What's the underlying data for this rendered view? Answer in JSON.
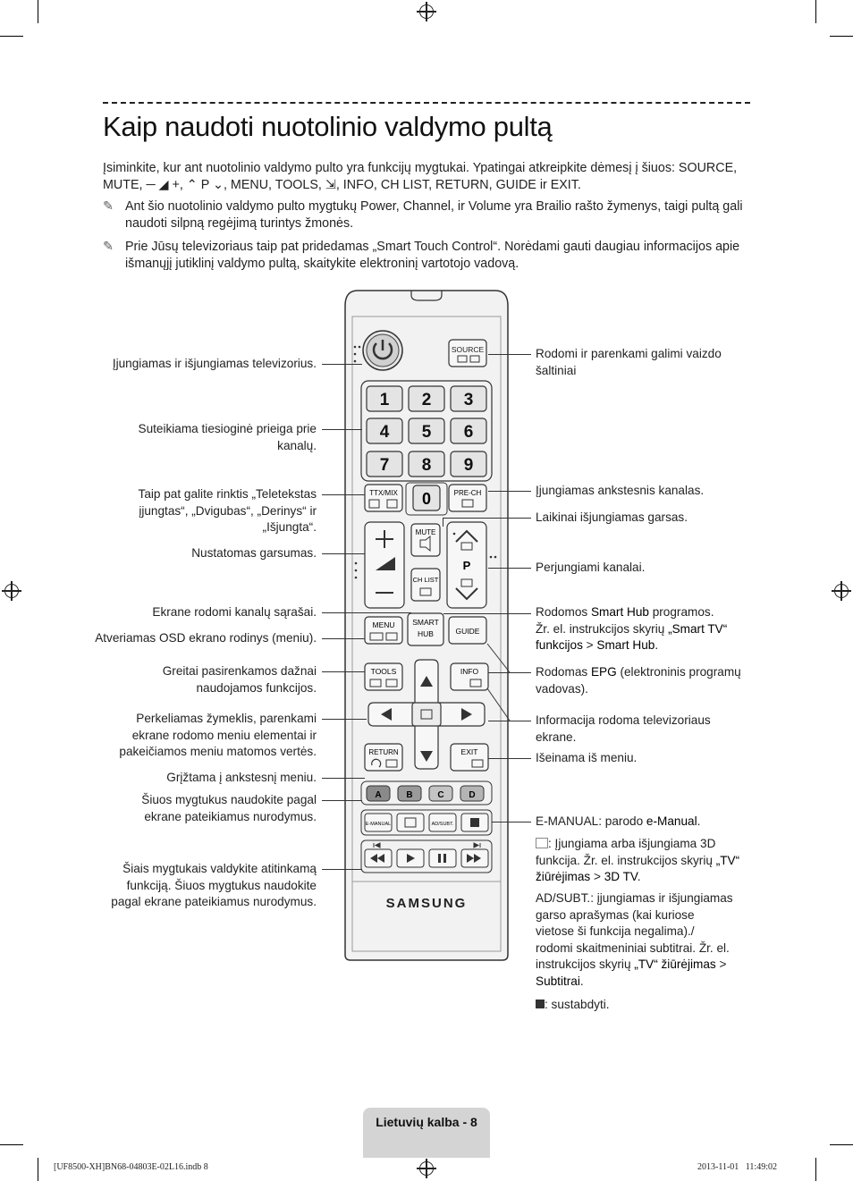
{
  "page": {
    "title": "Kaip naudoti nuotolinio valdymo pultą",
    "intro_line1": "Įsiminkite, kur ant nuotolinio valdymo pulto yra funkcijų mygtukai. Ypatingai atkreipkite dėmesį į šiuos: SOURCE,",
    "intro_line2": "MUTE, ─ ◢ +, ⌃ P ⌄, MENU, TOOLS, ⇲, INFO, CH LIST, RETURN, GUIDE ir EXIT.",
    "note1_line1": "Ant šio nuotolinio valdymo pulto mygtukų Power, Channel, ir Volume yra Brailio rašto žymenys, taigi pultą gali",
    "note1_line2": "naudoti silpną regėjimą turintys žmonės.",
    "note2_line1": "Prie Jūsų televizoriaus taip pat pridedamas „Smart Touch Control“. Norėdami gauti daugiau informacijos apie",
    "note2_line2": "išmanųjį jutiklinį valdymo pultą, skaitykite elektroninį vartotojo vadovą.",
    "note_icon": "note-pencil-icon"
  },
  "left_labels": {
    "power": "Įjungiamas ir išjungiamas televizorius.",
    "numbers_1": "Suteikiama tiesioginė prieiga prie",
    "numbers_2": "kanalų.",
    "ttx_1": "Taip pat galite rinktis „Teletekstas",
    "ttx_2": "įjungtas“, „Dvigubas“, „Derinys“ ir",
    "ttx_3": "„Išjungta“.",
    "volume": "Nustatomas garsumas.",
    "chlist": "Ekrane rodomi kanalų sąrašai.",
    "menu": "Atveriamas OSD ekrano rodinys (meniu).",
    "tools_1": "Greitai pasirenkamos dažnai",
    "tools_2": "naudojamos funkcijos.",
    "nav_1": "Perkeliamas žymeklis, parenkami",
    "nav_2": "ekrane rodomo meniu elementai ir",
    "nav_3": "pakeičiamos meniu matomos vertės.",
    "return": "Grįžtama į ankstesnį meniu.",
    "color_1": "Šiuos mygtukus naudokite pagal",
    "color_2": "ekrane pateikiamus nurodymus.",
    "media_1": "Šiais mygtukais valdykite atitinkamą",
    "media_2": "funkciją. Šiuos mygtukus naudokite",
    "media_3": "pagal ekrane pateikiamus nurodymus."
  },
  "right_labels": {
    "source_1": "Rodomi ir parenkami galimi vaizdo",
    "source_2": "šaltiniai",
    "prech": "Įjungiamas ankstesnis kanalas.",
    "mute": "Laikinai išjungiamas garsas.",
    "channel": "Perjungiami kanalai.",
    "hub_1a": "Rodomos ",
    "hub_1b": "Smart Hub",
    "hub_1c": " programos.",
    "hub_2a": "Žr. el. instrukcijos skyrių ",
    "hub_2b": "„Smart TV“",
    "hub_3a": "funkcijos",
    "hub_3b": " > ",
    "hub_3c": "Smart Hub",
    "hub_3d": ".",
    "guide_1a": "Rodomas ",
    "guide_1b": "EPG",
    "guide_1c": " (elektroninis programų",
    "guide_2": "vadovas).",
    "info_1": "Informacija rodoma televizoriaus",
    "info_2": "ekrane.",
    "exit": "Išeinama iš meniu.",
    "emanual_a": "E-MANUAL",
    "emanual_b": ": parodo ",
    "emanual_c": "e-Manual",
    "emanual_d": ".",
    "threed_1": ": Įjungiama arba išjungiama 3D",
    "threed_2a": "funkcija. Žr. el. instrukcijos skyrių ",
    "threed_2b": "„TV“",
    "threed_3a": "žiūrėjimas",
    "threed_3b": " > ",
    "threed_3c": "3D TV",
    "threed_3d": ".",
    "adsubt_1a": "AD/SUBT.",
    "adsubt_1b": ": įjungiamas ir išjungiamas",
    "adsubt_2": "garso aprašymas (kai kuriose",
    "adsubt_3": "vietose ši funkcija negalima)./",
    "adsubt_4": "rodomi skaitmeniniai subtitrai. Žr. el.",
    "adsubt_5a": "instrukcijos skyrių ",
    "adsubt_5b": "„TV“ žiūrėjimas",
    "adsubt_5c": " >",
    "adsubt_6a": "Subtitrai",
    "adsubt_6b": ".",
    "stop": ": sustabdyti."
  },
  "remote": {
    "source": "SOURCE",
    "digits": [
      "1",
      "2",
      "3",
      "4",
      "5",
      "6",
      "7",
      "8",
      "9"
    ],
    "zero": "0",
    "ttx": "TTX/MIX",
    "prech": "PRE-CH",
    "mute": "MUTE",
    "chlist": "CH LIST",
    "p": "P",
    "menu": "MENU",
    "smart": "SMART",
    "hub": "HUB",
    "guide": "GUIDE",
    "tools": "TOOLS",
    "info": "INFO",
    "return": "RETURN",
    "exit": "EXIT",
    "a": "A",
    "b": "B",
    "c": "C",
    "d": "D",
    "emanual": "E-MANUAL",
    "adsubt": "AD/SUBT.",
    "brand": "SAMSUNG",
    "colors": {
      "body": "#f2f2f2",
      "outline": "#333333",
      "a": "#8a8a8a",
      "b": "#9a9a9a",
      "c": "#c4c4c4",
      "d": "#b4b4b4"
    }
  },
  "footer": {
    "page_label": "Lietuvių kalba - 8",
    "imprint_left": "[UF8500-XH]BN68-04803E-02L16.indb   8",
    "imprint_right": "2013-11-01     11:49:02"
  }
}
